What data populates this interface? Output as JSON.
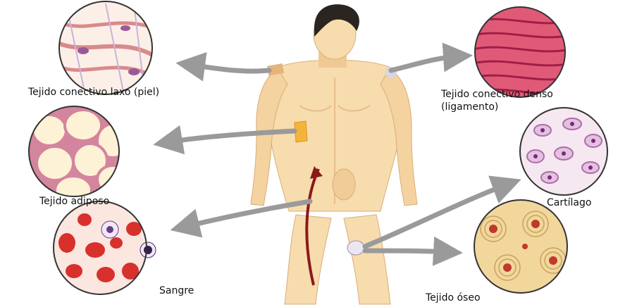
{
  "labels": {
    "loose_connective": "Tejido conectivo laxo (piel)",
    "dense_connective_line1": "Tejido conectivo denso",
    "dense_connective_line2": "(ligamento)",
    "adipose": "Tejido adiposo",
    "cartilage": "Cartílago",
    "blood": "Sangre",
    "bone": "Tejido óseo"
  },
  "colors": {
    "skin": "#f7dcae",
    "skin_shade": "#e8be86",
    "hair": "#2a2520",
    "arrow": "#9a9a9a",
    "vessel": "#8b1a1a",
    "connective_loose": "#d98a8a",
    "connective_dense": "#c8345a",
    "adipose_wall": "#d4859e",
    "cartilage_cell": "#b06aa8",
    "blood_cell": "#d8302c",
    "bone": "#c0392b"
  }
}
